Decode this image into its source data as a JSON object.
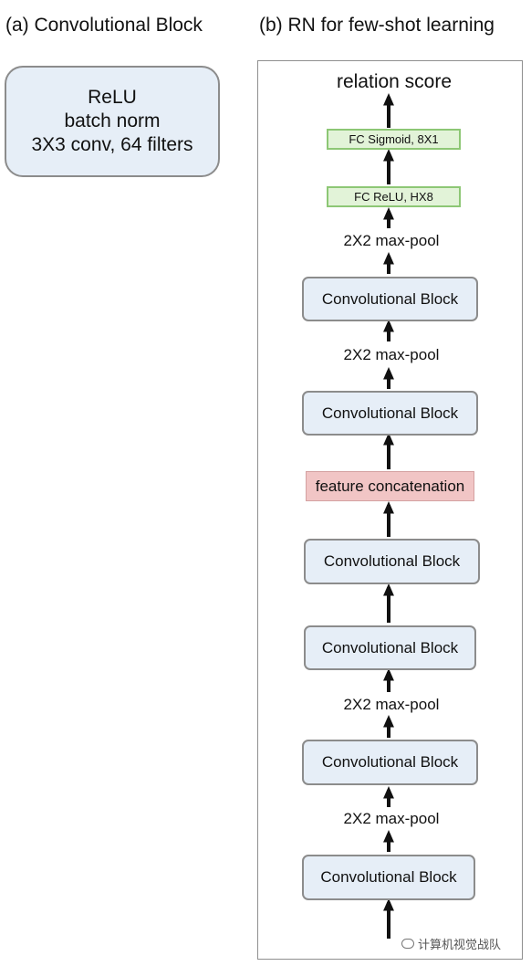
{
  "titles": {
    "a": "(a) Convolutional Block",
    "b": "(b) RN for few-shot learning"
  },
  "conv_block_detail": {
    "lines": [
      "ReLU",
      "batch norm",
      "3X3 conv, 64 filters"
    ]
  },
  "network": {
    "output_label": "relation score",
    "fc_sigmoid": "FC Sigmoid,  8X1",
    "fc_relu": "FC ReLU, HX8",
    "pool_label": "2X2 max-pool",
    "conv_label": "Convolutional Block",
    "concat_label": "feature concatenation"
  },
  "watermark": {
    "text": "计算机视觉战队",
    "icon": "wechat-icon"
  },
  "colors": {
    "conv_fill": "#e6eef7",
    "fc_fill": "#e2f3d8",
    "fc_border": "#8dc775",
    "concat_fill": "#f1c5c5"
  }
}
